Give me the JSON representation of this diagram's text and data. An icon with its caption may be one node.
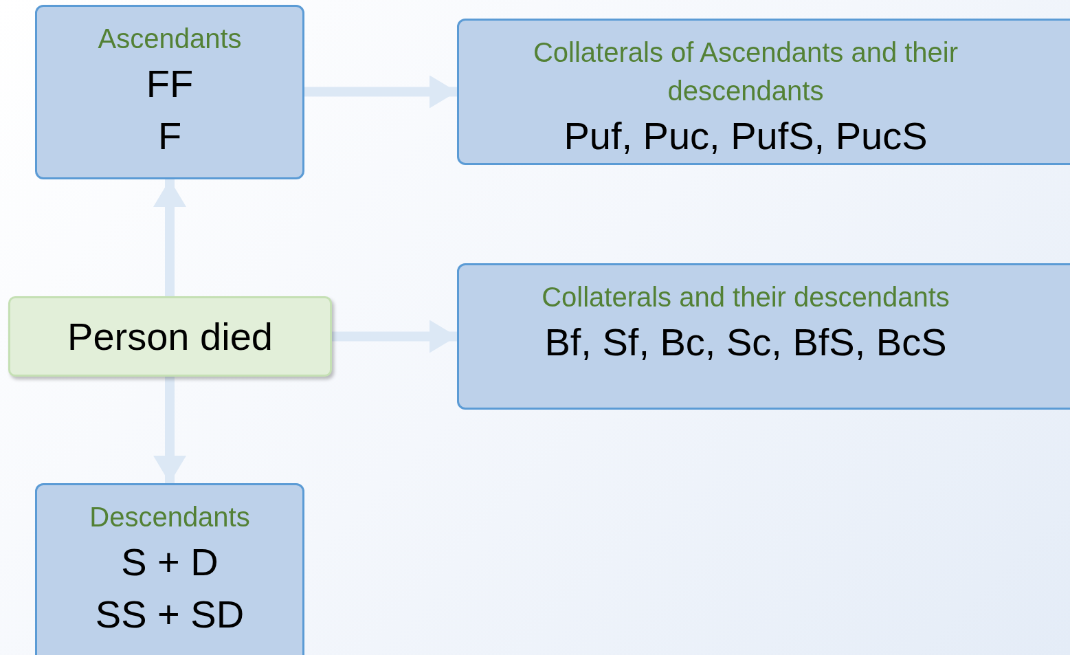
{
  "diagram": {
    "nodes": [
      {
        "text": [
          "Ascendants",
          "FF",
          "F"
        ]
      },
      {
        "text": [
          "Collaterals of Ascendants and their descendants",
          "Puf, Puc, PufS, PucS"
        ]
      },
      {
        "text": [
          "Person died"
        ]
      },
      {
        "text": [
          "Collaterals and their descendants",
          "Bf, Sf, Bc, Sc, BfS, BcS"
        ]
      },
      {
        "text": [
          "Descendants",
          "S + D",
          "SS + SD"
        ]
      }
    ],
    "edges": [
      {
        "from": 0,
        "to": 1,
        "arrow": "to"
      },
      {
        "from": 2,
        "to": 0,
        "arrow": "to"
      },
      {
        "from": 2,
        "to": 3,
        "arrow": "to"
      },
      {
        "from": 2,
        "to": 4,
        "arrow": "to"
      }
    ]
  }
}
